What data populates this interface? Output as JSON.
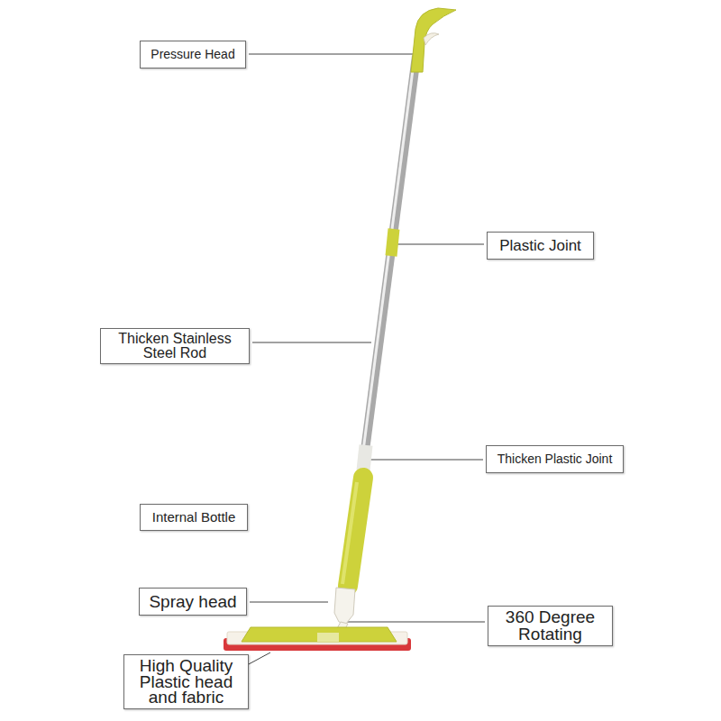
{
  "diagram": {
    "nodes": [
      {
        "text": [
          "Pressure Head"
        ]
      },
      {
        "text": [
          "Plastic Joint"
        ]
      },
      {
        "text": [
          "Thicken Stainless Steel Rod"
        ]
      },
      {
        "text": [
          "Thicken Plastic Joint"
        ]
      },
      {
        "text": [
          "Internal Bottle"
        ]
      },
      {
        "text": [
          "Spray head"
        ]
      },
      {
        "text": [
          "360 Degree Rotating"
        ]
      },
      {
        "text": [
          "High Quality Plastic head and fabric"
        ]
      }
    ]
  }
}
